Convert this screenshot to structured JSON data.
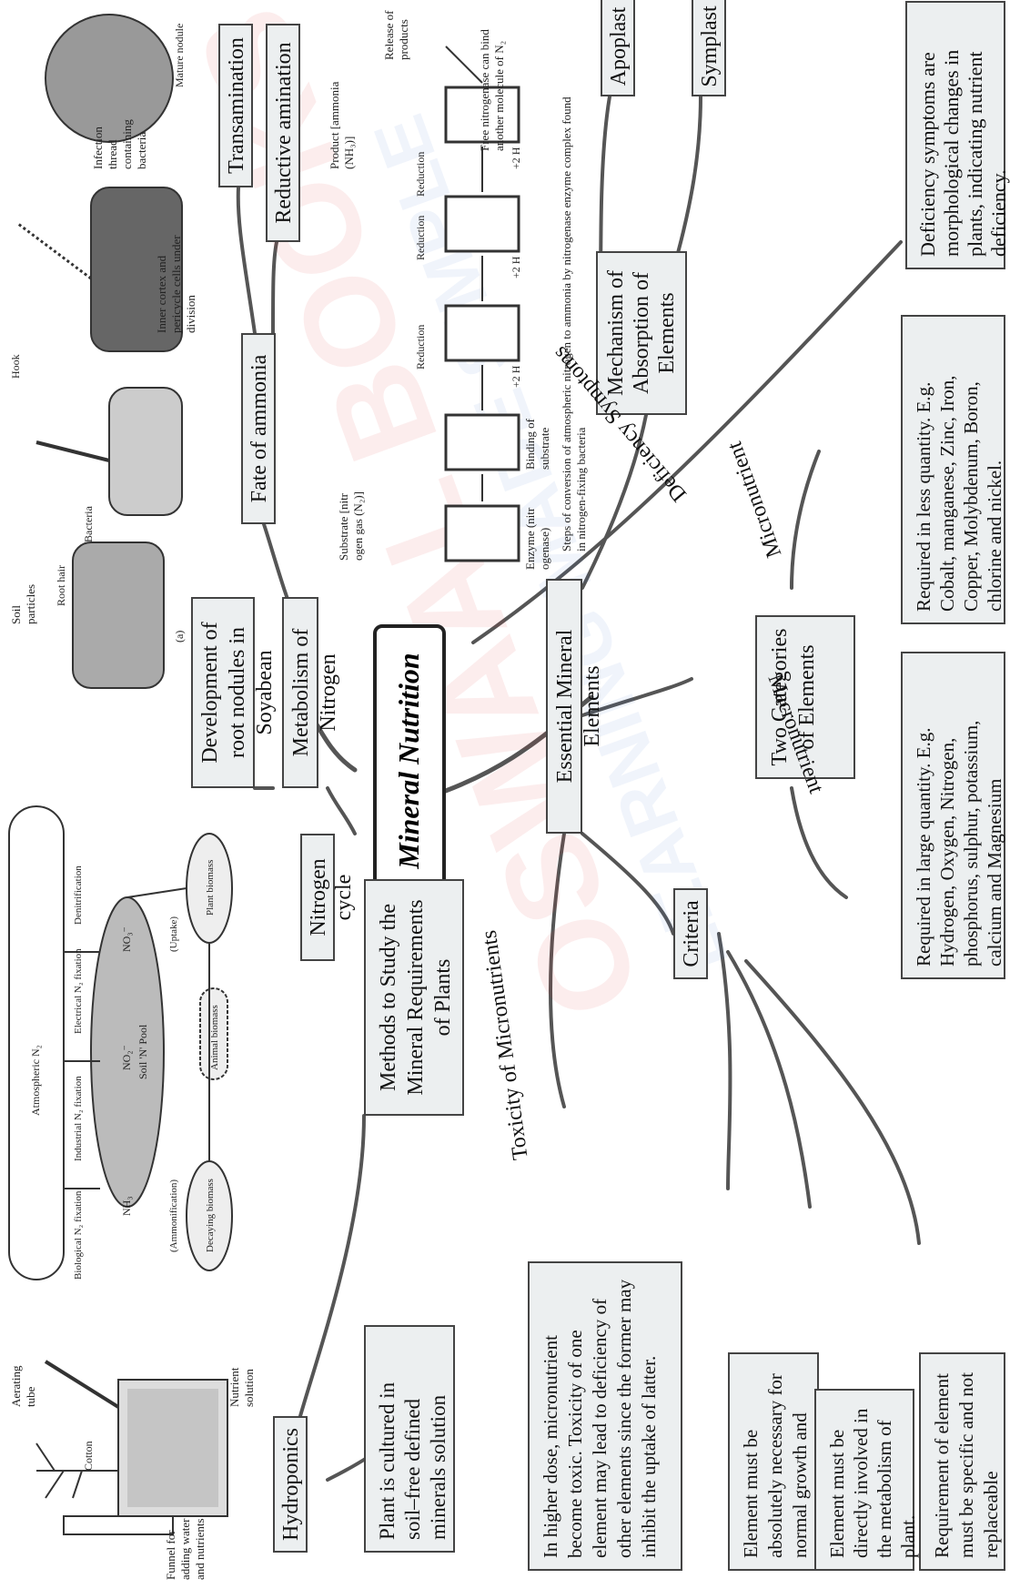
{
  "center": "Mineral Nutrition",
  "watermark": "OSWAAL BOOKS",
  "watermark_tagline": "LEARNING MADE SIMPLE",
  "branches": {
    "essential": "Essential Mineral Elements",
    "metabolism": "Metabolism of Nitrogen",
    "methods": "Methods to Study the Mineral Requirements of Plants",
    "hydroponics": "Hydroponics",
    "hydroponics_desc": "Plant is cultured in soil–free defined minerals solution",
    "nitrogen_cycle": "Nitrogen cycle",
    "root_nodules": "Development of root nodules in Soyabean",
    "fate": "Fate of ammonia",
    "transamination": "Transamination",
    "reductive": "Reductive amination",
    "mechanism": "Mechanism of Absorption of Elements",
    "apoplast": "Apoplast",
    "symplast": "Symplast",
    "deficiency": "Deficiency Symptoms",
    "deficiency_desc": "Deficiency symptoms are morphological changes in plants, indicating nutrient deficiency.",
    "two_categories": "Two Categories of Elements",
    "micro": "Micronutrient",
    "micro_desc": "Required in less quantity. E.g. Cobalt, manganese, Zinc, Iron, Copper, Molybdenum, Boron, chlorine and nickel.",
    "macro": "Macronutrient",
    "macro_desc": "Required in large quantity. E.g. Hydrogen, Oxygen, Nitrogen, phosphorus, sulphur, potassium, calcium and Magnesium",
    "criteria": "Criteria",
    "criteria_1": "Element must be absolutely necessary for normal growth and development",
    "criteria_2": "Element must be directly involved in the metabolism of plant.",
    "criteria_3": "Requirement of element must be specific and not replaceable",
    "toxicity": "Toxicity of Micronutrients",
    "toxicity_desc": "In higher dose, micronutrient become toxic. Toxicity of one element may lead to deficiency of other elements since the former may inhibit the uptake of latter."
  },
  "hydro_fig": {
    "funnel": "Funnel for adding water and nutrients",
    "cotton": "Cotton",
    "aerating": "Aerating tube",
    "solution": "Nutrient solution"
  },
  "ncycle_fig": {
    "atmos": "Atmospheric N₂",
    "biological": "Biological N₂ fixation",
    "industrial": "Industrial N₂ fixation",
    "electrical": "Electrical N₂ fixation",
    "denitrification": "Denitrification",
    "nh3": "NH₃",
    "no2": "NO₂⁻",
    "no3": "NO₃⁻",
    "pool": "Soil 'N' Pool",
    "uptake": "(Uptake)",
    "ammonification": "(Ammonification)",
    "plant": "Plant biomass",
    "animal": "Animal biomass",
    "decaying": "Decaying biomass"
  },
  "nodule_fig": {
    "a": "(a)",
    "soil": "Soil particles",
    "root_hair": "Root hair",
    "bacteria": "Bacteria",
    "hook": "Hook",
    "infection": "Infection thread containing bacteria",
    "inner": "Inner cortex and pericycle cells under division",
    "mature": "Mature nodule"
  },
  "nitrogenase_fig": {
    "substrate": "Substrate [nitr ogen gas (N₂)]",
    "enzyme": "Enzyme (nitr ogenase)",
    "binding": "Binding of substrate",
    "reduction": "Reduction",
    "plus2h": "+2 H",
    "product": "Product [ammonia (NH₃)]",
    "release": "Release of products",
    "free": "Free nitrogenase can bind another molecule of N₂",
    "caption": "Steps of conversion of atmospheric nitrogen to ammonia by nitrogenase enzyme complex found in nitrogen-fixing bacteria"
  }
}
